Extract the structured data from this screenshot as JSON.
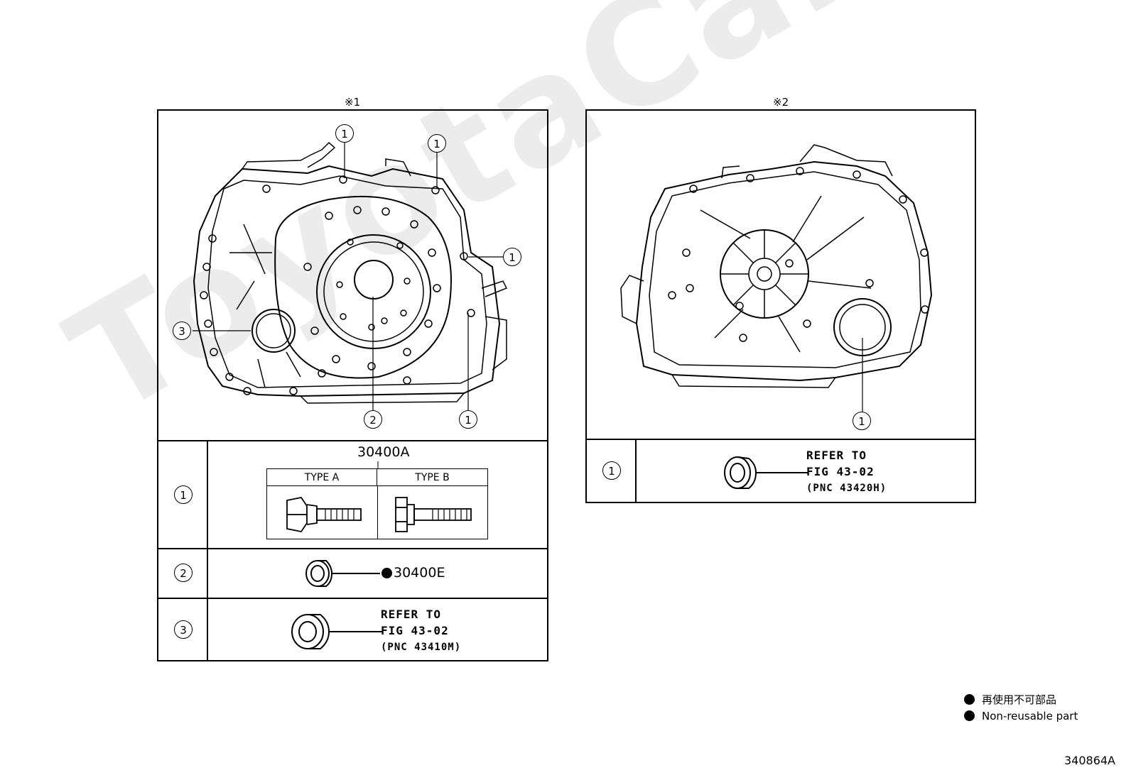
{
  "watermark": "ToyotaCarParts.ru",
  "left_panel": {
    "header": "※1",
    "callouts": [
      "1",
      "1",
      "1",
      "1",
      "2",
      "3"
    ],
    "rows": [
      {
        "num": "1",
        "part_no": "30400A",
        "type_a": "TYPE A",
        "type_b": "TYPE B"
      },
      {
        "num": "2",
        "part_no": "30400E",
        "non_reusable": true
      },
      {
        "num": "3",
        "refer_line1": "REFER TO",
        "refer_line2": "FIG 43-02",
        "refer_line3": "(PNC 43410M)"
      }
    ]
  },
  "right_panel": {
    "header": "※2",
    "callouts": [
      "1"
    ],
    "rows": [
      {
        "num": "1",
        "refer_line1": "REFER TO",
        "refer_line2": "FIG 43-02",
        "refer_line3": "(PNC 43420H)"
      }
    ]
  },
  "legend": {
    "line1": "再使用不可部品",
    "line2": "Non-reusable part"
  },
  "figure_code": "340864A"
}
